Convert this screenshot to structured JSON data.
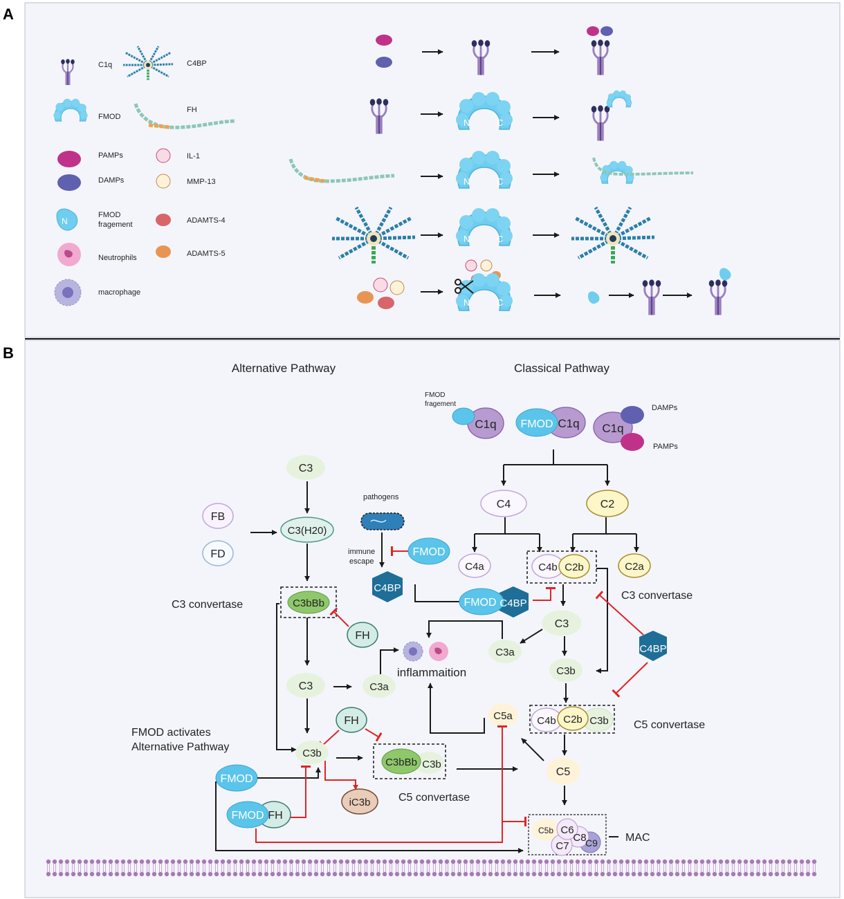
{
  "panel_a": {
    "letter": "A",
    "legend": {
      "c1q": "C1q",
      "c4bp": "C4BP",
      "fmod": "FMOD",
      "fh": "FH",
      "pamps": "PAMPs",
      "damps": "DAMPs",
      "il1": "IL-1",
      "mmp13": "MMP-13",
      "fmod_fragment_1": "FMOD",
      "fmod_fragment_2": "fragement",
      "adamts4": "ADAMTS-4",
      "adamts5": "ADAMTS-5",
      "neutrophils": "Neutrophils",
      "macrophage": "macrophage"
    },
    "glyphs": {
      "n": "N",
      "c": "C"
    }
  },
  "panel_b": {
    "letter": "B",
    "alt_title": "Alternative Pathway",
    "classical_title": "Classical Pathway",
    "fmod_fragment_1": "FMOD",
    "fmod_fragment_2": "fragement",
    "c1q": "C1q",
    "fmod": "FMOD",
    "damps": "DAMPs",
    "pamps": "PAMPs",
    "c3": "C3",
    "fb": "FB",
    "fd": "FD",
    "c3h2o": "C3(H20)",
    "pathogens": "pathogens",
    "immune_escape_1": "immune",
    "immune_escape_2": "escape",
    "c4bp": "C4BP",
    "c3_convertase": "C3 convertase",
    "c3bbb": "C3bBb",
    "fh": "FH",
    "c3a": "C3a",
    "c3b": "C3b",
    "inflammation": "inflammaition",
    "c4": "C4",
    "c2": "C2",
    "c4a": "C4a",
    "c4b": "C4b",
    "c2b": "C2b",
    "c2a": "C2a",
    "c5_convertase": "C5 convertase",
    "c5a": "C5a",
    "c5": "C5",
    "fmod_activates_1": "FMOD activates",
    "fmod_activates_2": "Alternative Pathway",
    "ic3b": "iC3b",
    "mac": "MAC",
    "c5b": "C5b",
    "c6": "C6",
    "c7": "C7",
    "c8": "C8",
    "c9": "C9"
  },
  "colors": {
    "purple": "#9a7fc0",
    "fmod_blue": "#5bc4ea",
    "pamps": "#c0328a",
    "damps": "#6060b0",
    "inhibit": "#e02424",
    "c4bp_hex": "#1e6e98",
    "c3bbb_green": "#8fc76b"
  }
}
